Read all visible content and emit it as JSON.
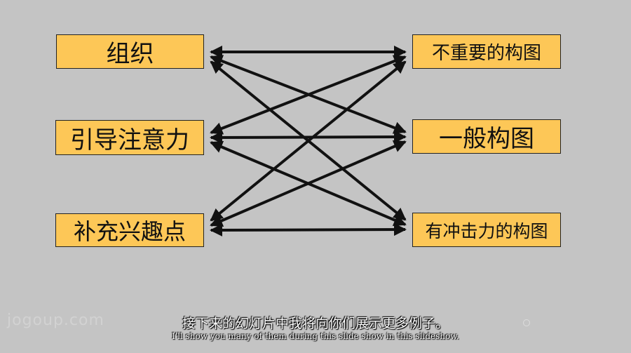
{
  "diagram": {
    "left_nodes": [
      "组织",
      "引导注意力",
      "补充兴趣点"
    ],
    "right_nodes": [
      "不重要的构图",
      "一般构图",
      "有冲击力的构图"
    ],
    "edges": [
      {
        "from": 0,
        "to": 0
      },
      {
        "from": 0,
        "to": 1
      },
      {
        "from": 0,
        "to": 2
      },
      {
        "from": 1,
        "to": 0
      },
      {
        "from": 1,
        "to": 1
      },
      {
        "from": 1,
        "to": 2
      },
      {
        "from": 2,
        "to": 0
      },
      {
        "from": 2,
        "to": 1
      },
      {
        "from": 2,
        "to": 2
      }
    ],
    "arrow_style": "bidirectional"
  },
  "subtitles": {
    "zh": "接下来的幻灯片中我将向你们展示更多例子。",
    "en": "I'll show you many of them during this slide show in this slideshow."
  },
  "watermark": "jogoup.com",
  "colors": {
    "background": "#c4c4c4",
    "node_fill": "#fdc757",
    "arrow": "#111111"
  }
}
